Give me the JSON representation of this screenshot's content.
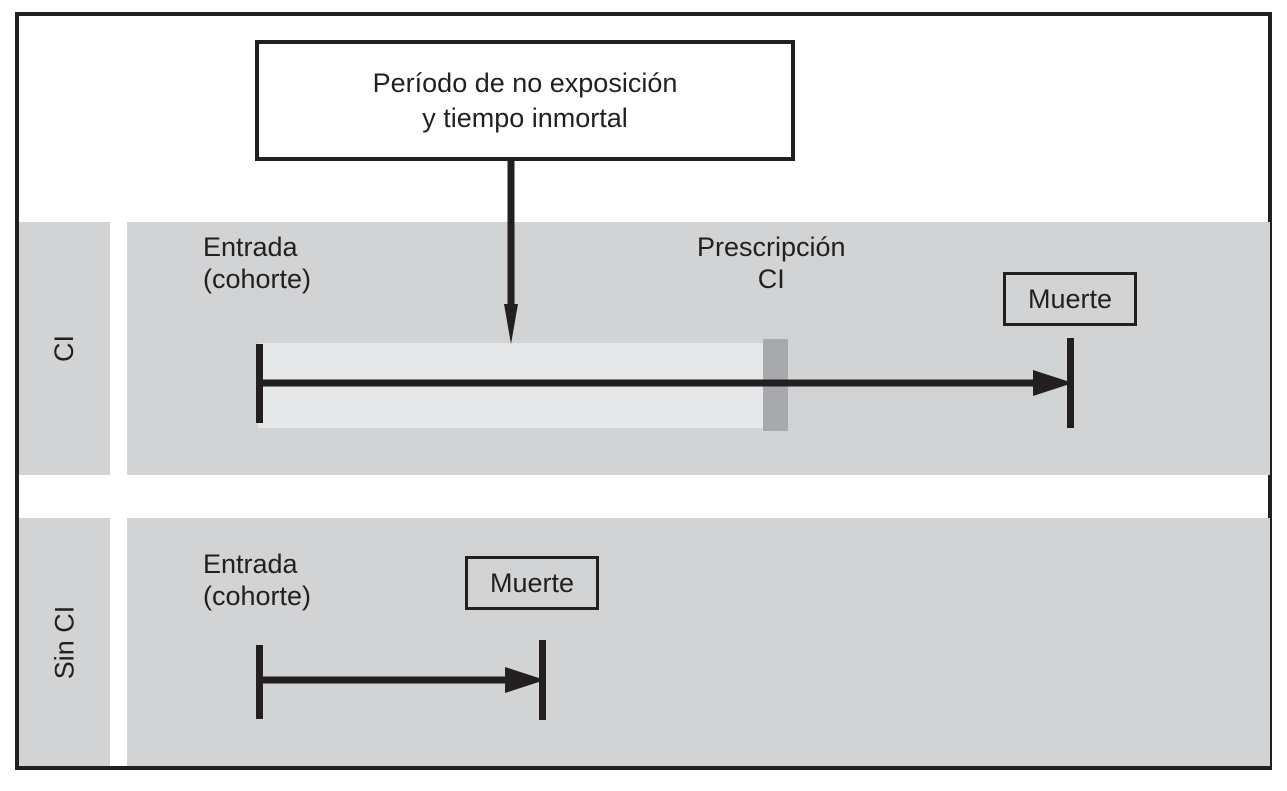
{
  "diagram": {
    "callout": {
      "text": "Período de no exposición\ny tiempo inmortal"
    },
    "rows": [
      {
        "id": "ci",
        "label": "CI",
        "entry_label": "Entrada\n(cohorte)",
        "prescription_label": "Prescripción\nCI",
        "death_label": "Muerte"
      },
      {
        "id": "sin-ci",
        "label": "Sin CI",
        "entry_label": "Entrada\n(cohorte)",
        "death_label": "Muerte"
      }
    ],
    "colors": {
      "row_background": "#d1d3d4",
      "exposure_band": "#e6e7e8",
      "prescription_marker": "#a7a9ac",
      "ink": "#231f20",
      "page_background": "#ffffff"
    }
  }
}
